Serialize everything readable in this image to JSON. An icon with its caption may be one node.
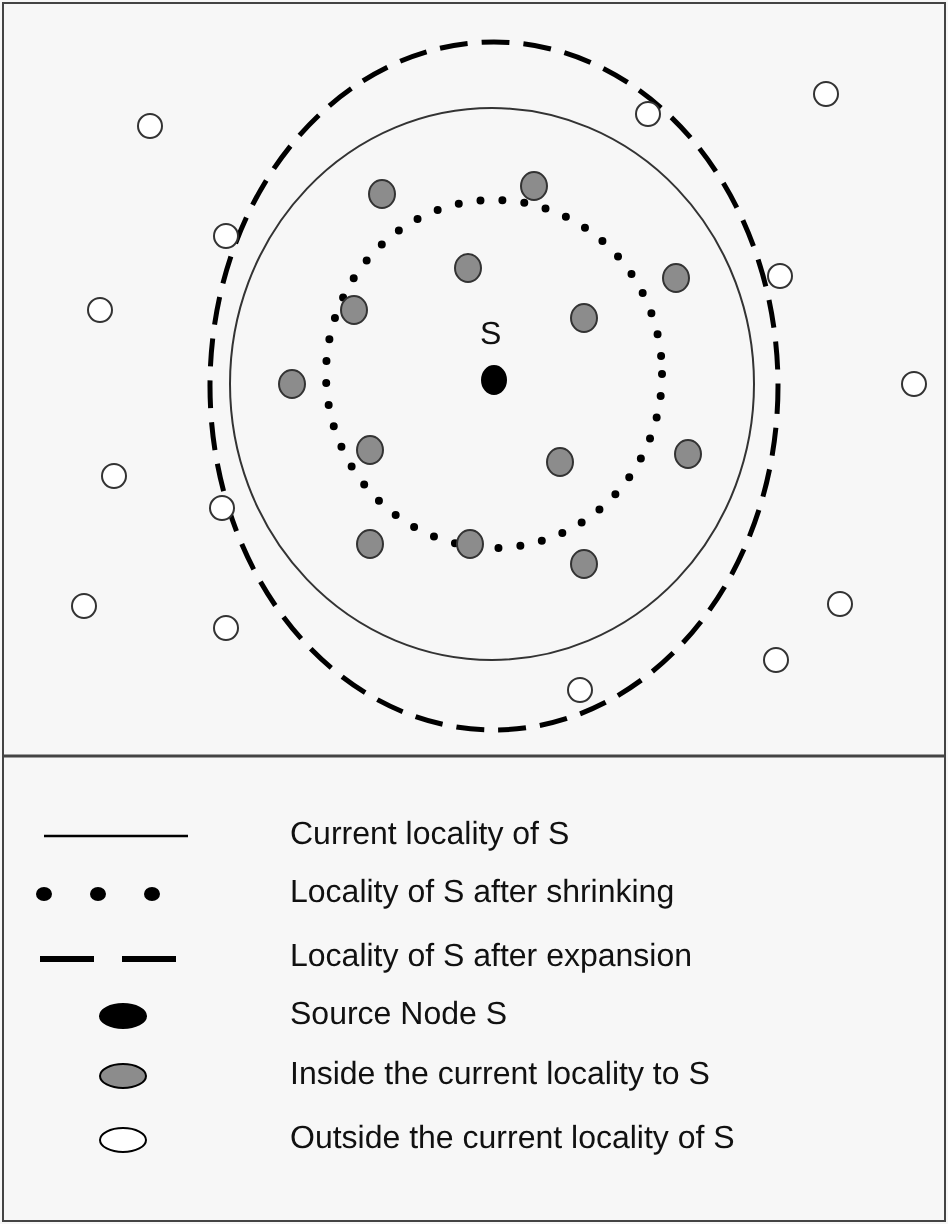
{
  "diagram": {
    "labels": [
      "S"
    ],
    "legend": [
      {
        "text": "Current locality of S"
      },
      {
        "text": "Locality of S after shrinking"
      },
      {
        "text": "Locality of S after expansion"
      },
      {
        "text": "Source Node S",
        "color": "#000000"
      },
      {
        "text": "Inside the current locality to S",
        "color": "#8c8c8c"
      },
      {
        "text": "Outside the current locality of S",
        "color": "#ffffff"
      }
    ]
  }
}
